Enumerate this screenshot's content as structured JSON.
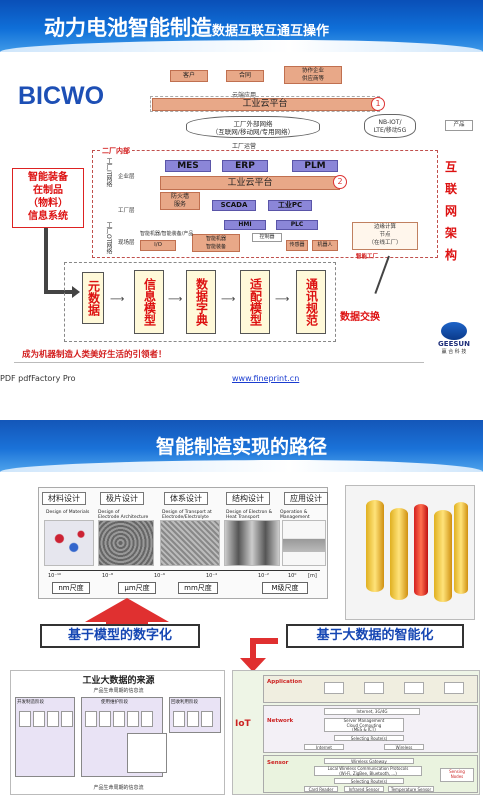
{
  "slide1": {
    "title_main": "动力电池智能制造",
    "title_sub": "数据互联互通互操作",
    "brand": "BICWO",
    "top_boxes": [
      "客户",
      "合同",
      "协作企业\n供应商等"
    ],
    "cloud_platform_label": "云端应用",
    "industrial_cloud_top": "工业云平台",
    "circle1": "1",
    "circle2": "2",
    "network_cloud": "工厂外部网络\n（互联网/移动网/专用网络）",
    "nbiot_cloud": "NB-IOT/\nLTE/移动5G",
    "product_box": "产品",
    "factory_inner": "二厂内部",
    "enterprise_layer": "企业层",
    "factory_layer": "工厂层",
    "field_layer": "现场层",
    "factory_ops": "工厂运营",
    "it_label": "工厂IT网络",
    "ot_label": "工厂OT网络",
    "sys_mes": "MES",
    "sys_erp": "ERP",
    "sys_plm": "PLM",
    "industrial_cloud_mid": "工业云平台",
    "firewall": "防火墙\n服务",
    "sys_scada": "SCADA",
    "sys_pc": "工业PC",
    "sys_hmi": "HMI",
    "sys_plc": "PLC",
    "io_label": "I/O",
    "ctrl_label": "控制器",
    "sensor_label": "传感器",
    "robot_label": "机器人",
    "intl_equip": "智能机器/智能装备/产品",
    "machine_equip": "智能机器\n智能装备",
    "edge_box": "边缘计算\n节点\n（在线工厂）",
    "edge_note": "智能工厂",
    "left_red": "智能装备\n在制品\n（物料）\n信息系统",
    "steps": [
      "元数据",
      "信息模型",
      "数据字典",
      "适配模型",
      "通讯规范"
    ],
    "data_exchange": "数据交换",
    "right_vertical": [
      "互",
      "联",
      "网",
      "架",
      "构"
    ],
    "bottom_note": "成为机器制造人类美好生活的引领者！",
    "geesun_name": "GEESUN",
    "geesun_cn": "赢 合 科 技",
    "footer_left": "PDF pdfFactory Pro",
    "footer_url": "www.fineprint.cn"
  },
  "slide2": {
    "title": "智能制造实现的路径",
    "tabs": [
      "材料设计",
      "极片设计",
      "体系设计",
      "结构设计",
      "应用设计"
    ],
    "captions": [
      "Design of Materials",
      "Design of\nElectrode Architecture",
      "Design of Transport at\nElectrode/Electrolyte",
      "Design of Electron &\nHeat Transport",
      "Operation & Management"
    ],
    "axis_ticks": [
      "10⁻¹⁰",
      "10⁻⁸",
      "10⁻⁶",
      "10⁻⁴",
      "10⁻²",
      "10⁰",
      "[m]"
    ],
    "scales": [
      "nm尺度",
      "μm尺度",
      "mm尺度",
      "M级尺度"
    ],
    "model_label": "基于模型的数字化",
    "bigdata_label": "基于大数据的智能化",
    "ld_title": "工业大数据的来源",
    "ld_sub_top": "产品生命周期的信息流",
    "ld_sub_bottom": "产品生命周期的信息流",
    "ld_panels": [
      "开发制造阶段",
      "使用维护阶段",
      "回收利用阶段"
    ],
    "iot_label": "IoT",
    "band_application": "Application",
    "band_network": "Network",
    "band_sensor": "Sensor",
    "net_items": [
      "Internet, 3G/4G",
      "Server Management\nCloud Computing\n(MES & ICT)",
      "Selecting Route(s)",
      "Internet",
      "Wireless"
    ],
    "sensor_items": [
      "Wireless Gateway",
      "Local Wireless Communication Protocols\n(Wi-Fi, ZigBee, Bluetooth, ...)",
      "Selecting Route(s)",
      "Card Reader",
      "Infrared Sensor",
      "Temperature Sensor",
      "Sensing\nNodes"
    ]
  }
}
